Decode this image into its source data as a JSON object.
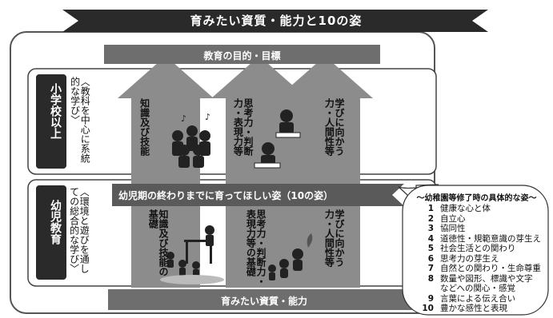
{
  "banner": {
    "title": "育みたい資質・能力と10の姿"
  },
  "goal_bar": {
    "label": "教育の目的・目標"
  },
  "elementary": {
    "side_label": "小学校以上",
    "subtitle": "〈教科を中心に系統的な学び〉",
    "arrows": [
      {
        "label": "知識及び技能"
      },
      {
        "label": "思考力・判断力・表現力等"
      },
      {
        "label": "学びに向かう力・人間性等"
      }
    ]
  },
  "early_childhood": {
    "side_label": "幼児教育",
    "subtitle": "〈環境と遊びを通しての総合的な学び〉",
    "band_label": "幼児期の終わりまでに育ってほしい姿（10の姿）",
    "arrows": [
      {
        "label": "知識及び技能の基礎"
      },
      {
        "label": "思考力・判断力・表現力等の基礎"
      },
      {
        "label": "学びに向かう力・人間性等"
      }
    ]
  },
  "bottom_bar": {
    "label": "育みたい資質・能力"
  },
  "callout": {
    "title": "〜幼稚園等修了時の具体的な姿〜",
    "items": [
      {
        "num": "1",
        "text": "健康な心と体"
      },
      {
        "num": "2",
        "text": "自立心"
      },
      {
        "num": "3",
        "text": "協同性"
      },
      {
        "num": "4",
        "text": "道徳性・規範意識の芽生え"
      },
      {
        "num": "5",
        "text": "社会生活との関わり"
      },
      {
        "num": "6",
        "text": "思考力の芽生え"
      },
      {
        "num": "7",
        "text": "自然との関わり・生命尊重"
      },
      {
        "num": "8",
        "text": "数量や図形、標識や文字"
      },
      {
        "num": "",
        "text": "などへの関心・感覚"
      },
      {
        "num": "9",
        "text": "言葉による伝え合い"
      },
      {
        "num": "10",
        "text": "豊かな感性と表現"
      }
    ]
  },
  "colors": {
    "banner": "#2a2a2a",
    "arrow": "#8c8c8c",
    "bar": "#6e6e6e",
    "band": "#5a5a5a",
    "frame": "#555555"
  }
}
